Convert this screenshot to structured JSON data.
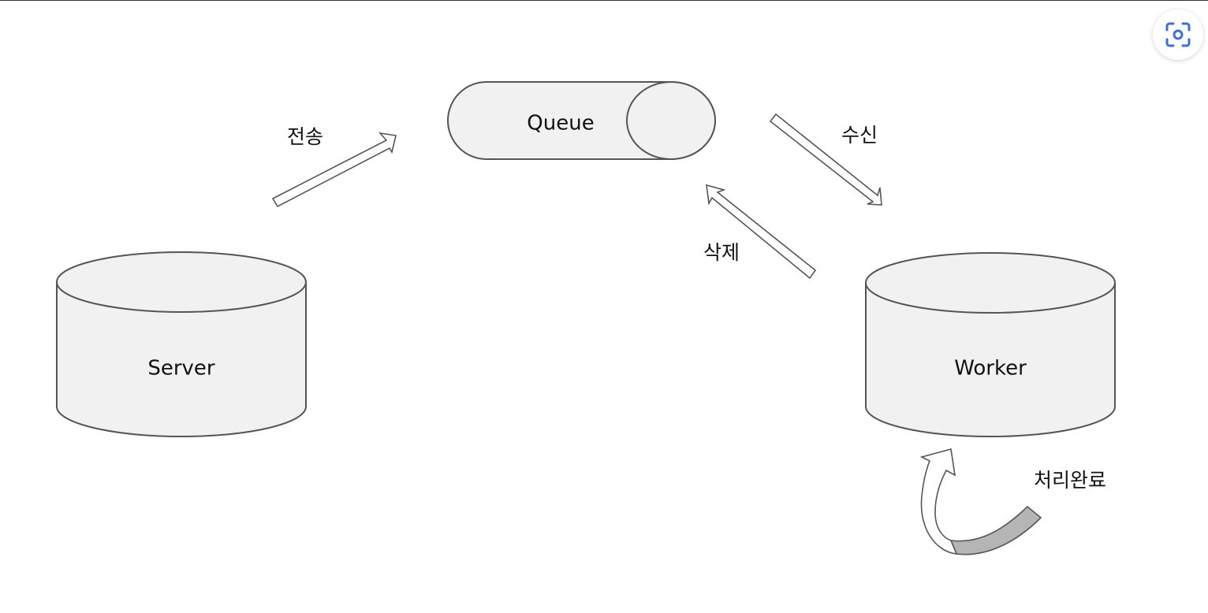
{
  "nodes": {
    "queue": {
      "label": "Queue"
    },
    "server": {
      "label": "Server"
    },
    "worker": {
      "label": "Worker"
    }
  },
  "edges": {
    "send": {
      "label": "전송"
    },
    "receive": {
      "label": "수신"
    },
    "delete": {
      "label": "삭제"
    },
    "complete": {
      "label": "처리완료"
    }
  },
  "toolbar": {
    "scan_icon": "visual-search-icon"
  },
  "colors": {
    "shape_fill": "#f1f1f1",
    "shape_stroke": "#555555",
    "curved_arrow_tail": "#b5b5b5",
    "icon_blue": "#3a6fd8"
  }
}
